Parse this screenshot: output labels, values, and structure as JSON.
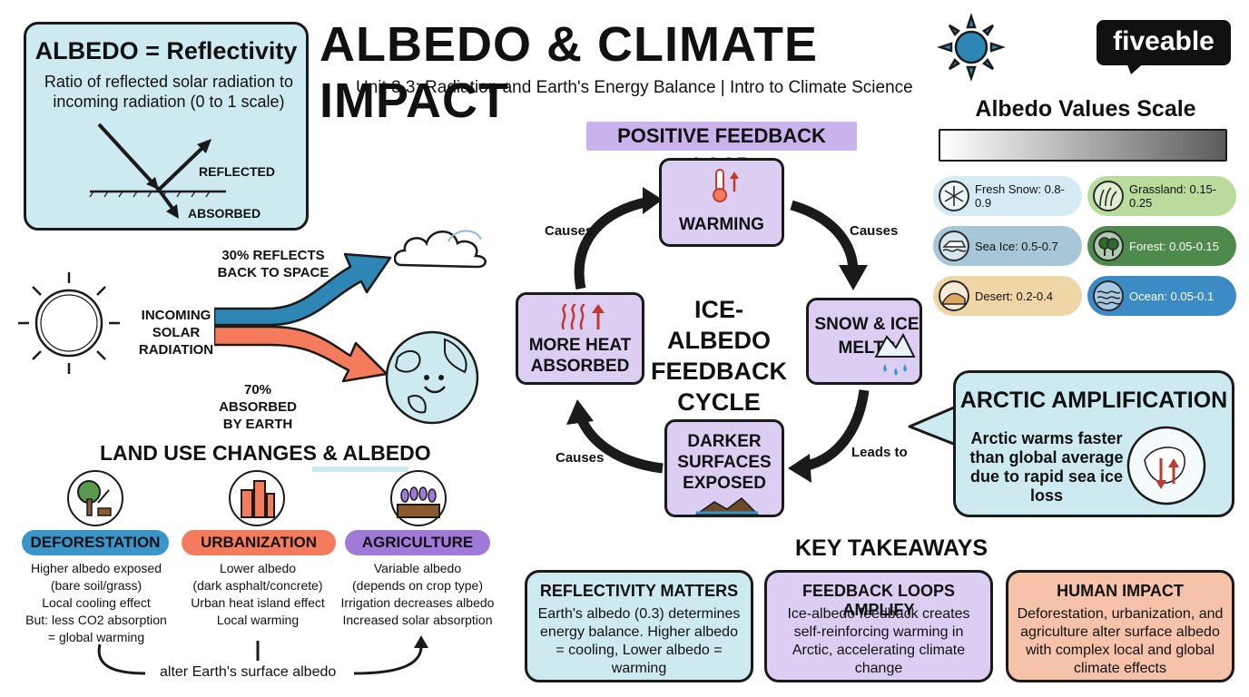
{
  "header": {
    "title": "ALBEDO & CLIMATE IMPACT",
    "subtitle": "Unit 3.3: Radiation and Earth's Energy Balance | Intro to Climate Science",
    "logo": "fiveable"
  },
  "definition": {
    "heading": "ALBEDO = Reflectivity",
    "text": "Ratio of reflected solar radiation to incoming radiation (0 to 1 scale)",
    "reflected_label": "REFLECTED",
    "absorbed_label": "ABSORBED"
  },
  "solar": {
    "incoming_label": "INCOMING SOLAR RADIATION",
    "reflect_label": "30% REFLECTS BACK TO SPACE",
    "absorb_label": "70% ABSORBED BY EARTH"
  },
  "land_use": {
    "heading": "LAND USE CHANGES & ALBEDO",
    "items": [
      {
        "label": "DEFORESTATION",
        "lines": [
          "Higher albedo exposed",
          "(bare soil/grass)",
          "Local cooling effect",
          "But: less CO2 absorption",
          "= global warming"
        ]
      },
      {
        "label": "URBANIZATION",
        "lines": [
          "Lower albedo",
          "(dark asphalt/concrete)",
          "Urban heat island effect",
          "Local warming"
        ]
      },
      {
        "label": "AGRICULTURE",
        "lines": [
          "Variable albedo",
          "(depends on crop type)",
          "Irrigation decreases albedo",
          "Increased solar absorption"
        ]
      }
    ],
    "bracket_label": "alter Earth's surface albedo"
  },
  "feedback": {
    "heading": "POSITIVE FEEDBACK LOOP",
    "center": "ICE-ALBEDO FEEDBACK CYCLE",
    "nodes": {
      "warming": "WARMING",
      "melts": "SNOW & ICE MELTS",
      "darker": "DARKER SURFACES EXPOSED",
      "heat": "MORE HEAT ABSORBED"
    },
    "arrows": {
      "top_left": "Causes",
      "top_right": "Causes",
      "bottom_right": "Leads to",
      "bottom_left": "Causes"
    }
  },
  "scale": {
    "title": "Albedo Values Scale",
    "items": [
      {
        "label": "Fresh Snow: 0.8-0.9",
        "color": "#d4ebf3",
        "icon": "snowflake-icon"
      },
      {
        "label": "Grassland: 0.15-0.25",
        "color": "#b9db9c",
        "icon": "grass-icon"
      },
      {
        "label": "Sea Ice: 0.5-0.7",
        "color": "#a7c7d8",
        "icon": "sea-ice-icon"
      },
      {
        "label": "Forest: 0.05-0.15",
        "color": "#4f8a4d",
        "icon": "tree-icon"
      },
      {
        "label": "Desert: 0.2-0.4",
        "color": "#efd6a6",
        "icon": "dune-icon"
      },
      {
        "label": "Ocean: 0.05-0.1",
        "color": "#3d8bc4",
        "icon": "wave-icon"
      }
    ]
  },
  "arctic": {
    "heading": "ARCTIC AMPLIFICATION",
    "text": "Arctic warms faster than global average due to rapid sea ice loss"
  },
  "takeaways": {
    "heading": "KEY TAKEAWAYS",
    "cards": [
      {
        "title": "REFLECTIVITY MATTERS",
        "text": "Earth's albedo (0.3) determines energy balance. Higher albedo = cooling, Lower albedo = warming",
        "color": "#cdeaf0"
      },
      {
        "title": "FEEDBACK LOOPS AMPLIFY",
        "text": "Ice-albedo feedback creates self-reinforcing warming in Arctic, accelerating climate change",
        "color": "#dccdf3"
      },
      {
        "title": "HUMAN IMPACT",
        "text": "Deforestation, urbanization, and agriculture alter surface albedo with complex local and global climate effects",
        "color": "#f6c3aa"
      }
    ]
  },
  "colors": {
    "blue_arrow": "#2e86b5",
    "orange_arrow": "#f47c5c",
    "lavender": "#dccdf3",
    "light_blue": "#cdeaf0",
    "deforestation_pill": "#3a95c8",
    "urbanization_pill": "#f47c5c",
    "agriculture_pill": "#a07ad8"
  }
}
